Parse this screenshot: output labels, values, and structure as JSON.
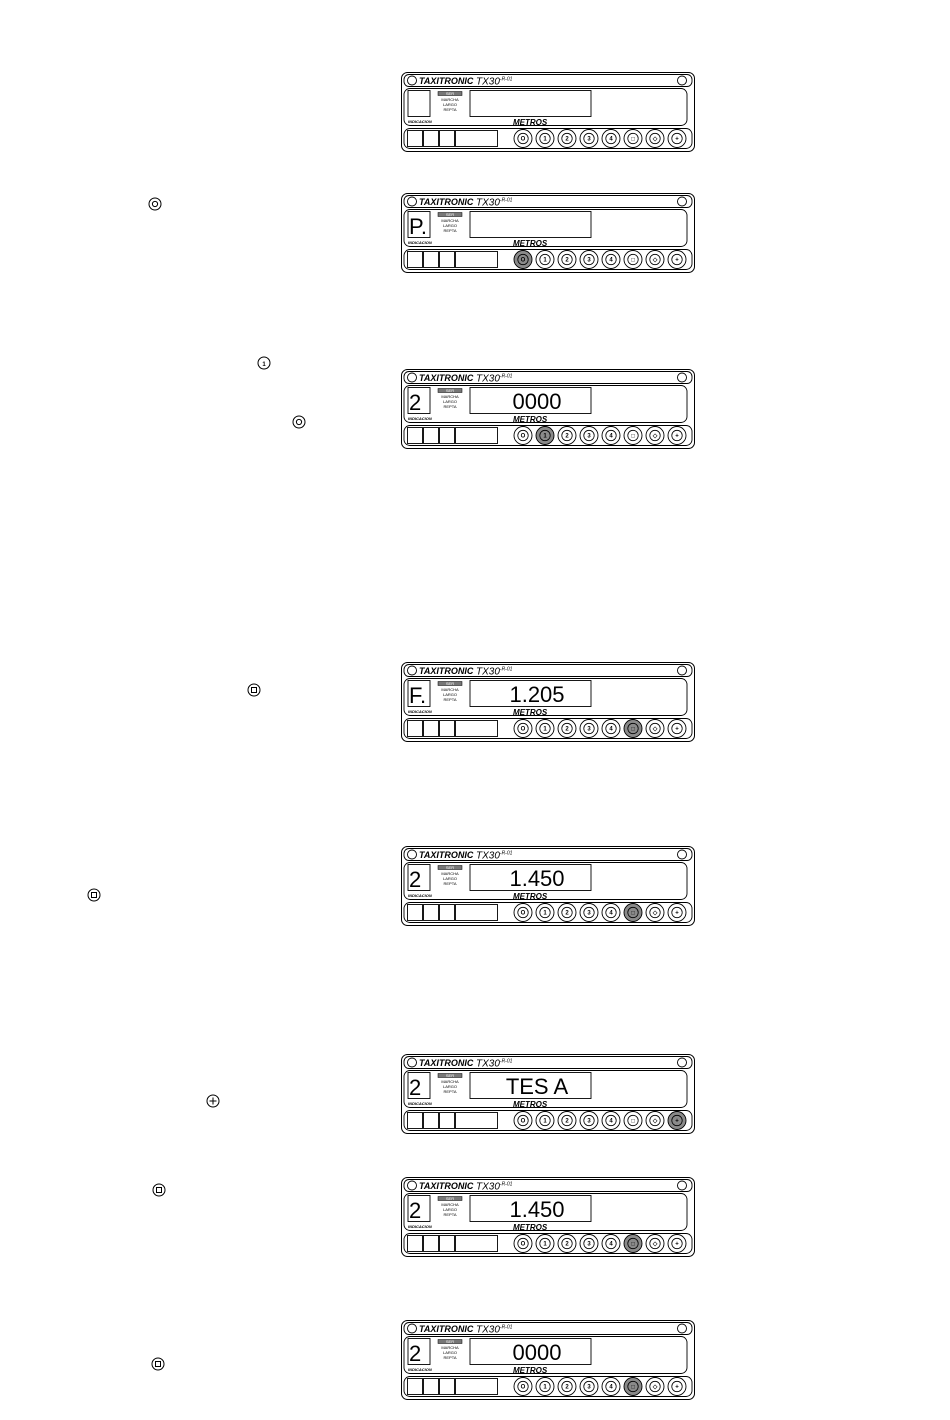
{
  "meter": {
    "brand": "TAXITRONIC",
    "model": "TX30",
    "model_suffix": "-R-01",
    "status_top": "SER",
    "status_lines": [
      "MARCHA",
      "LARGO",
      "REPTA"
    ],
    "indicator_label": "INDICACION",
    "unit_label": "METROS",
    "keys": [
      "O",
      "1",
      "2",
      "3",
      "4",
      "□",
      "◇",
      "+"
    ]
  },
  "panels": [
    {
      "id": "p1",
      "indicator": "",
      "display": "",
      "active_key": -1
    },
    {
      "id": "p2",
      "indicator": "P.",
      "display": "",
      "active_key": 0
    },
    {
      "id": "p3",
      "indicator": "2",
      "display": "0000",
      "active_key": 1
    },
    {
      "id": "p4",
      "indicator": "F.",
      "display": "1.205",
      "active_key": 5
    },
    {
      "id": "p5",
      "indicator": "2",
      "display": "1.450",
      "active_key": 5
    },
    {
      "id": "p6",
      "indicator": "2",
      "display": "TES A",
      "active_key": 7
    },
    {
      "id": "p7",
      "indicator": "2",
      "display": "1.450",
      "active_key": 5
    },
    {
      "id": "p8",
      "indicator": "2",
      "display": "0000",
      "active_key": 5
    }
  ],
  "instruction_icons": [
    {
      "id": "i1",
      "icon": "circle-o-key-icon"
    },
    {
      "id": "i2",
      "icon": "key-1-icon"
    },
    {
      "id": "i3",
      "icon": "circle-o-key-icon"
    },
    {
      "id": "i4",
      "icon": "square-key-icon"
    },
    {
      "id": "i5",
      "icon": "square-key-icon"
    },
    {
      "id": "i6",
      "icon": "plus-key-icon"
    },
    {
      "id": "i7",
      "icon": "square-key-icon"
    },
    {
      "id": "i8",
      "icon": "square-key-icon"
    }
  ]
}
